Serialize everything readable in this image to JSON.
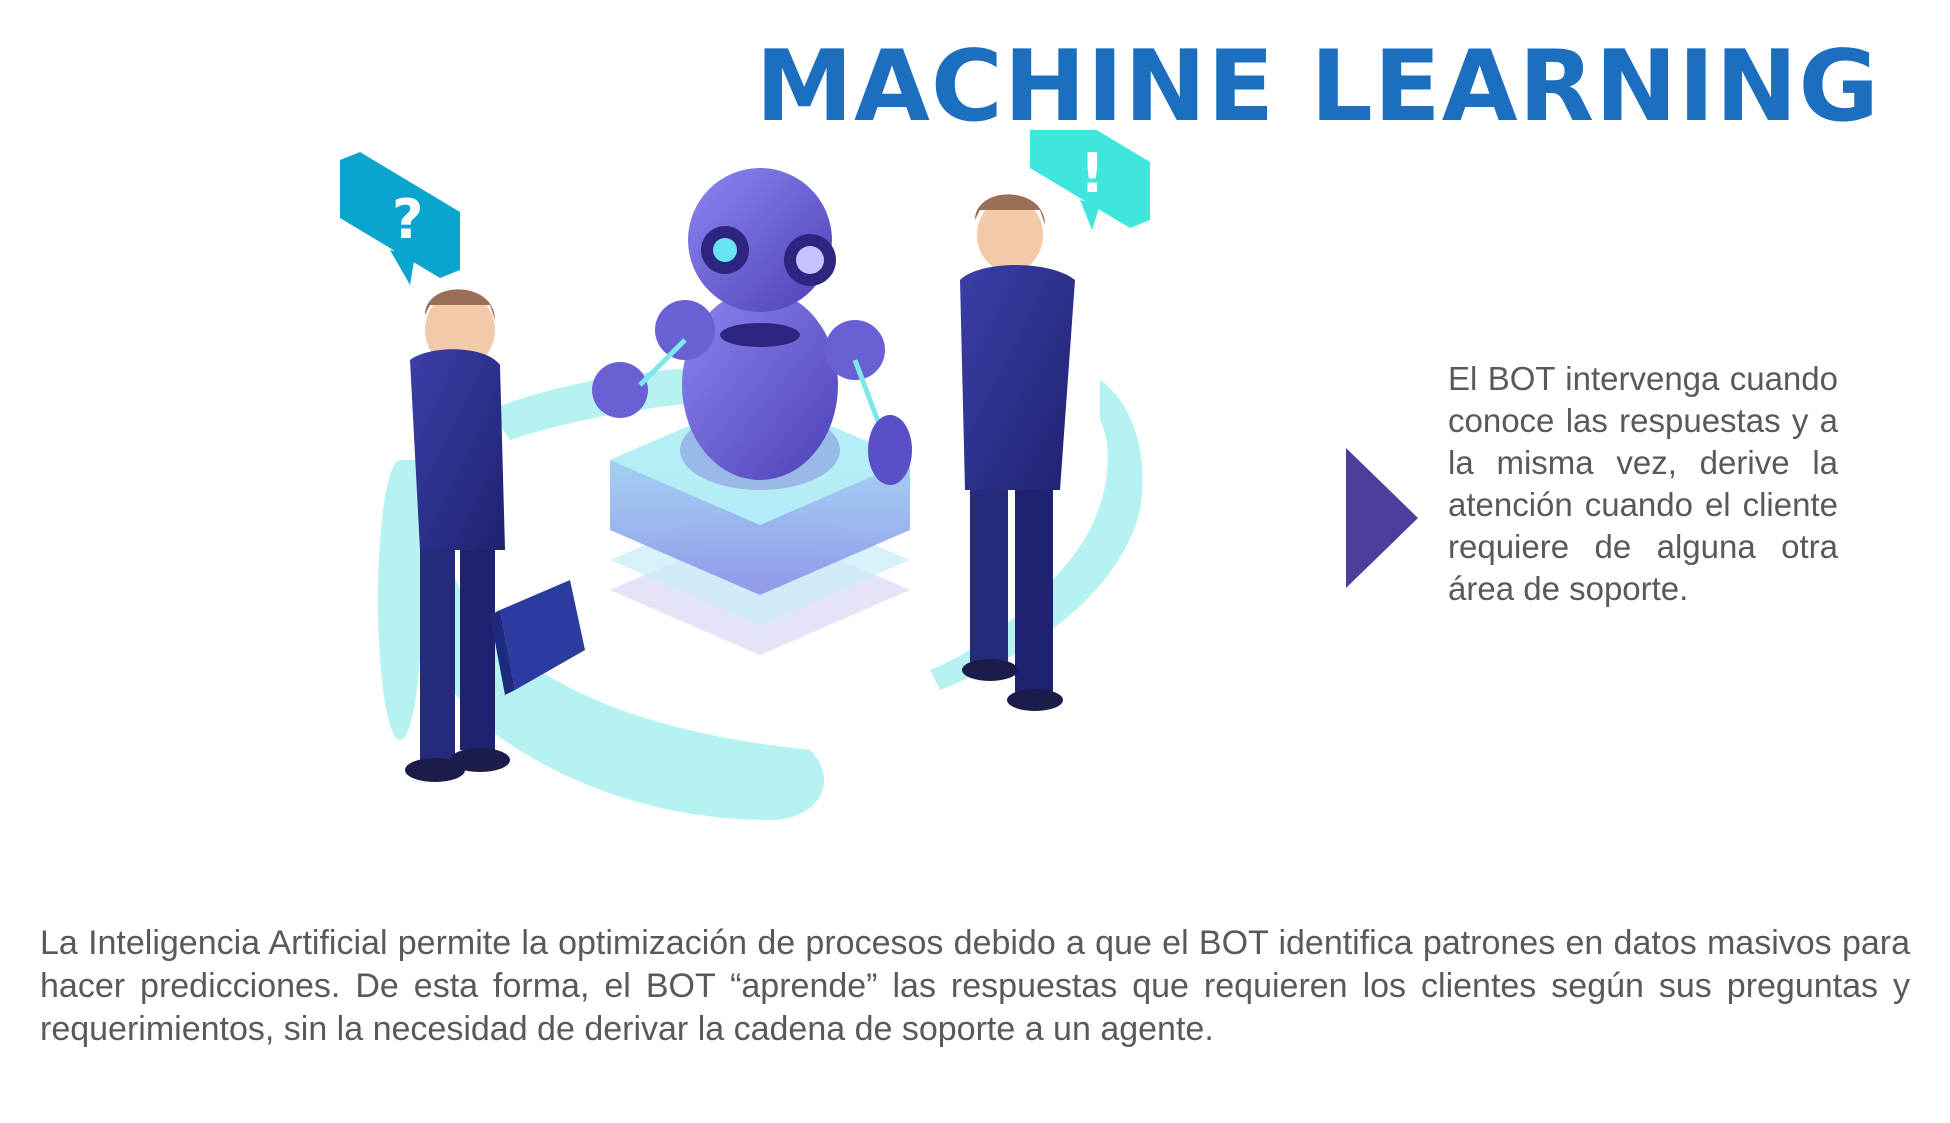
{
  "header": {
    "title": "MACHINE LEARNING"
  },
  "illustration": {
    "question_bubble": {
      "glyph": "?",
      "color": "#0aa5cf"
    },
    "exclaim_bubble": {
      "glyph": "!",
      "color": "#3ee6dc"
    },
    "icons": [
      "robot-icon",
      "businessman-icon",
      "briefcase-icon",
      "speech-bubble-icon",
      "platform-icon"
    ]
  },
  "side": {
    "text": "El BOT intervenga cuando conoce las respuestas y a la misma vez, derive la atención cuando el cliente requiere de alguna otra área de soporte."
  },
  "body": {
    "paragraph": "La Inteligencia Artificial permite la optimización de procesos debido a que el BOT identifica patrones en datos masivos para hacer predicciones. De esta forma, el BOT “aprende” las respuestas que requieren los clientes según sus preguntas y requerimientos, sin la necesidad de derivar la cadena de soporte a un agente."
  },
  "colors": {
    "title": "#1b6fbe",
    "text": "#58595b",
    "arrow": "#4a3f9d",
    "ring": "#a9f0ee",
    "suit": "#2d2f8a"
  }
}
